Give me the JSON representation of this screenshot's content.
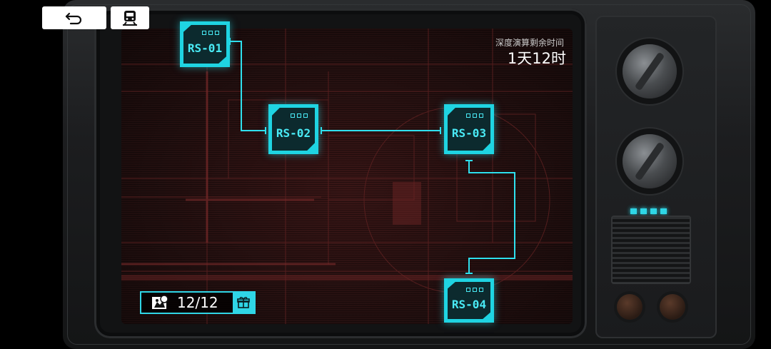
{
  "toolbar": {
    "back_icon": "undo-arrow-icon",
    "train_icon": "train-icon"
  },
  "timer": {
    "label": "深度演算剩余时间",
    "value": "1天12时"
  },
  "nodes": [
    {
      "id": "RS-01"
    },
    {
      "id": "RS-02"
    },
    {
      "id": "RS-03"
    },
    {
      "id": "RS-04"
    }
  ],
  "counter": {
    "value": "12/12",
    "icon": "character-badge-icon",
    "reward_icon": "gift-icon"
  },
  "colors": {
    "accent": "#1fd4e2",
    "screen_bg": "#241010"
  }
}
